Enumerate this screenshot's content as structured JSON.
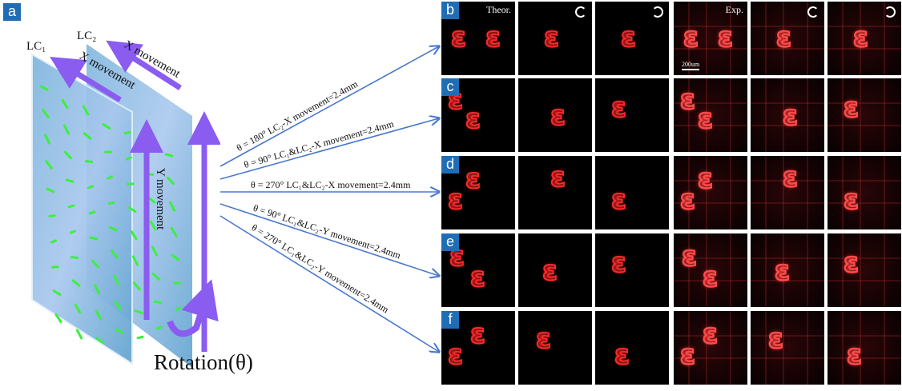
{
  "panel_a": {
    "tag": "a",
    "lc1": "LC₁",
    "lc2": "LC₂",
    "x_movement_1": "X movement",
    "x_movement_2": "X movement",
    "y_movement": "Y movement",
    "rotation": "Rotation(θ)"
  },
  "arrows": [
    {
      "label": "θ = 180°  LC₂-X movement=2.4mm"
    },
    {
      "label": "θ = 90°  LC₁&LC₂-X movement=2.4mm"
    },
    {
      "label": "θ = 270°  LC₁&LC₂-X movement=2.4mm"
    },
    {
      "label": "θ = 90°  LC₁&LC₂-Y movement=2.4mm"
    },
    {
      "label": "θ = 270°  LC₁&LC₂-Y movement=2.4mm"
    }
  ],
  "grid": {
    "theor_label": "Theor.",
    "exp_label": "Exp.",
    "scale_bar": "200um",
    "rows": [
      {
        "tag": "b"
      },
      {
        "tag": "c"
      },
      {
        "tag": "d"
      },
      {
        "tag": "e"
      },
      {
        "tag": "f"
      }
    ]
  },
  "colors": {
    "tag_bg": "#1f6db5",
    "arrow": "#4a78d0",
    "purple": "#8a5cf0",
    "green": "#3cf03c"
  }
}
